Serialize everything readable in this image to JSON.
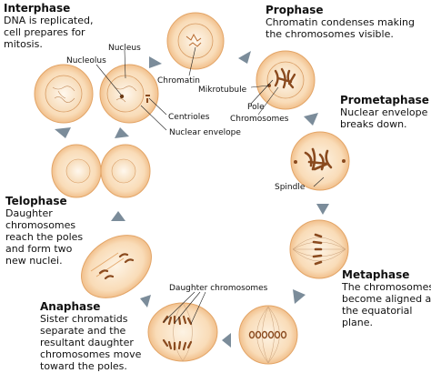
{
  "phases": {
    "interphase": {
      "title": "Interphase",
      "desc": [
        "DNA is replicated,",
        "cell prepares for",
        "mitosis."
      ]
    },
    "prophase": {
      "title": "Prophase",
      "desc": [
        "Chromatin condenses making",
        "the chromosomes visible."
      ]
    },
    "prometaphase": {
      "title": "Prometaphase",
      "desc": [
        "Nuclear envelope",
        "breaks down."
      ]
    },
    "metaphase": {
      "title": "Metaphase",
      "desc": [
        "The chromosomes",
        "become aligned at",
        "the equatorial",
        "plane."
      ]
    },
    "anaphase": {
      "title": "Anaphase",
      "desc": [
        "Sister chromatids",
        "separate and the",
        "resultant daughter",
        "chromosomes move",
        "toward the poles."
      ]
    },
    "telophase": {
      "title": "Telophase",
      "desc": [
        "Daughter",
        "chromosomes",
        "reach the poles",
        "and form two",
        "new nuclei."
      ]
    }
  },
  "labels": {
    "nucleus": "Nucleus",
    "nucleolus": "Nucleolus",
    "chromatin": "Chromatin",
    "centrioles": "Centrioles",
    "nuclear_envelope": "Nuclear envelope",
    "mikrotubule": "Mikrotubule",
    "pole": "Pole",
    "chromosomes": "Chromosomes",
    "spindle": "Spindle",
    "daughter_chromosomes": "Daughter chromosomes"
  },
  "colors": {
    "cell_fill": "#f9dcb8",
    "cell_edge": "#e9a96a",
    "chromosome": "#8a4a1e",
    "arrow": "#7b8c9a"
  }
}
